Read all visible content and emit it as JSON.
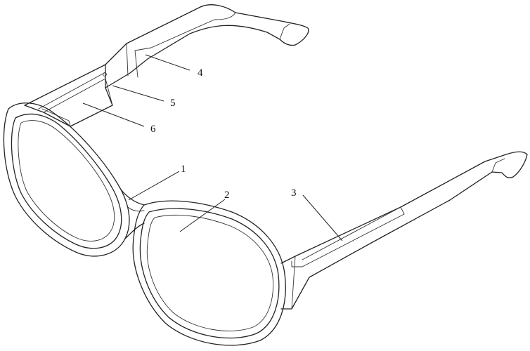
{
  "figure": {
    "reference_labels": [
      {
        "id": "ref-1",
        "text": "1"
      },
      {
        "id": "ref-2",
        "text": "2"
      },
      {
        "id": "ref-3",
        "text": "3"
      },
      {
        "id": "ref-4",
        "text": "4"
      },
      {
        "id": "ref-5",
        "text": "5"
      },
      {
        "id": "ref-6",
        "text": "6"
      }
    ]
  }
}
